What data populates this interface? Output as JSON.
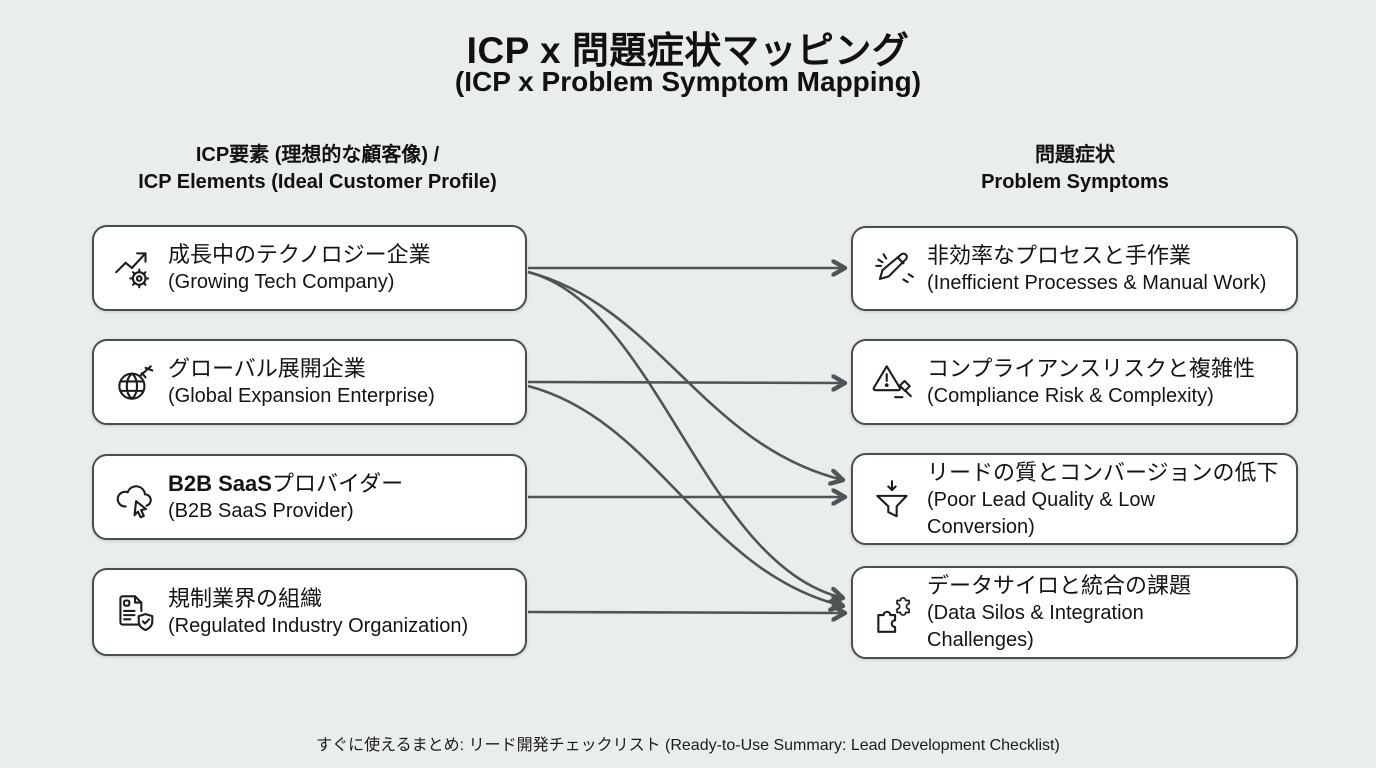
{
  "title": {
    "main": "ICP x 問題症状マッピング",
    "sub": "(ICP x Problem Symptom Mapping)"
  },
  "columns": {
    "left": {
      "heading_ja": "ICP要素 (理想的な顧客像) /",
      "heading_en": "ICP Elements (Ideal Customer Profile)"
    },
    "right": {
      "heading_ja": "問題症状",
      "heading_en": "Problem Symptoms"
    }
  },
  "icp_items": [
    {
      "ja": "成長中のテクノロジー企業",
      "en": "(Growing Tech Company)",
      "icon": "growth-gear-icon"
    },
    {
      "ja": "グローバル展開企業",
      "en": "(Global Expansion Enterprise)",
      "icon": "globe-plane-icon"
    },
    {
      "ja_bold": "B2B SaaS",
      "ja": "プロバイダー",
      "en": "(B2B SaaS Provider)",
      "icon": "cloud-cursor-icon"
    },
    {
      "ja": "規制業界の組織",
      "en": "(Regulated Industry Organization)",
      "icon": "document-shield-icon"
    }
  ],
  "symptom_items": [
    {
      "ja": "非効率なプロセスと手作業",
      "en": "(Inefficient Processes & Manual Work)",
      "icon": "pencil-sparks-icon"
    },
    {
      "ja": "コンプライアンスリスクと複雑性",
      "en": "(Compliance Risk & Complexity)",
      "icon": "warning-gavel-icon"
    },
    {
      "ja": "リードの質とコンバージョンの低下",
      "en": "(Poor Lead Quality & Low Conversion)",
      "icon": "funnel-down-arrow-icon"
    },
    {
      "ja": "データサイロと統合の課題",
      "en": "(Data Silos & Integration Challenges)",
      "icon": "puzzle-pieces-icon"
    }
  ],
  "connections": [
    {
      "from": 0,
      "to": 0,
      "type": "straight"
    },
    {
      "from": 0,
      "to": 2,
      "type": "curve"
    },
    {
      "from": 0,
      "to": 3,
      "type": "curve"
    },
    {
      "from": 1,
      "to": 1,
      "type": "straight"
    },
    {
      "from": 1,
      "to": 3,
      "type": "curve"
    },
    {
      "from": 2,
      "to": 2,
      "type": "straight"
    },
    {
      "from": 3,
      "to": 3,
      "type": "straight"
    }
  ],
  "footer": "すぐに使えるまとめ: リード開発チェックリスト (Ready-to-Use Summary: Lead Development Checklist)",
  "colors": {
    "background": "#e9edec",
    "box_fill": "#ffffff",
    "box_border": "#494e4f",
    "connector": "#4f5456",
    "text": "#111111"
  }
}
